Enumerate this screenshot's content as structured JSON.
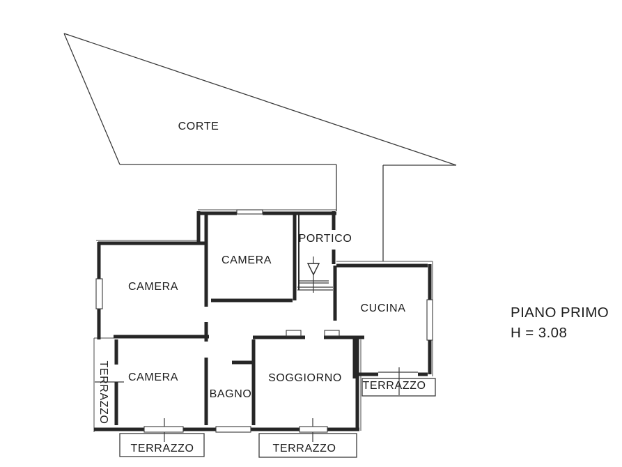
{
  "drawing": {
    "background": "#ffffff",
    "line_color": "#2b2b2b",
    "title_block": {
      "floor": "PIANO PRIMO",
      "height": "H = 3.08"
    },
    "areas": {
      "corte": "CORTE",
      "camera_north": "CAMERA",
      "camera_northwest": "CAMERA",
      "camera_southwest": "CAMERA",
      "portico": "PORTICO",
      "cucina": "CUCINA",
      "soggiorno": "SOGGIORNO",
      "bagno": "BAGNO",
      "terrazzo_west": "TERRAZZO",
      "terrazzo_south_left": "TERRAZZO",
      "terrazzo_south_center": "TERRAZZO",
      "terrazzo_east": "TERRAZZO"
    }
  }
}
